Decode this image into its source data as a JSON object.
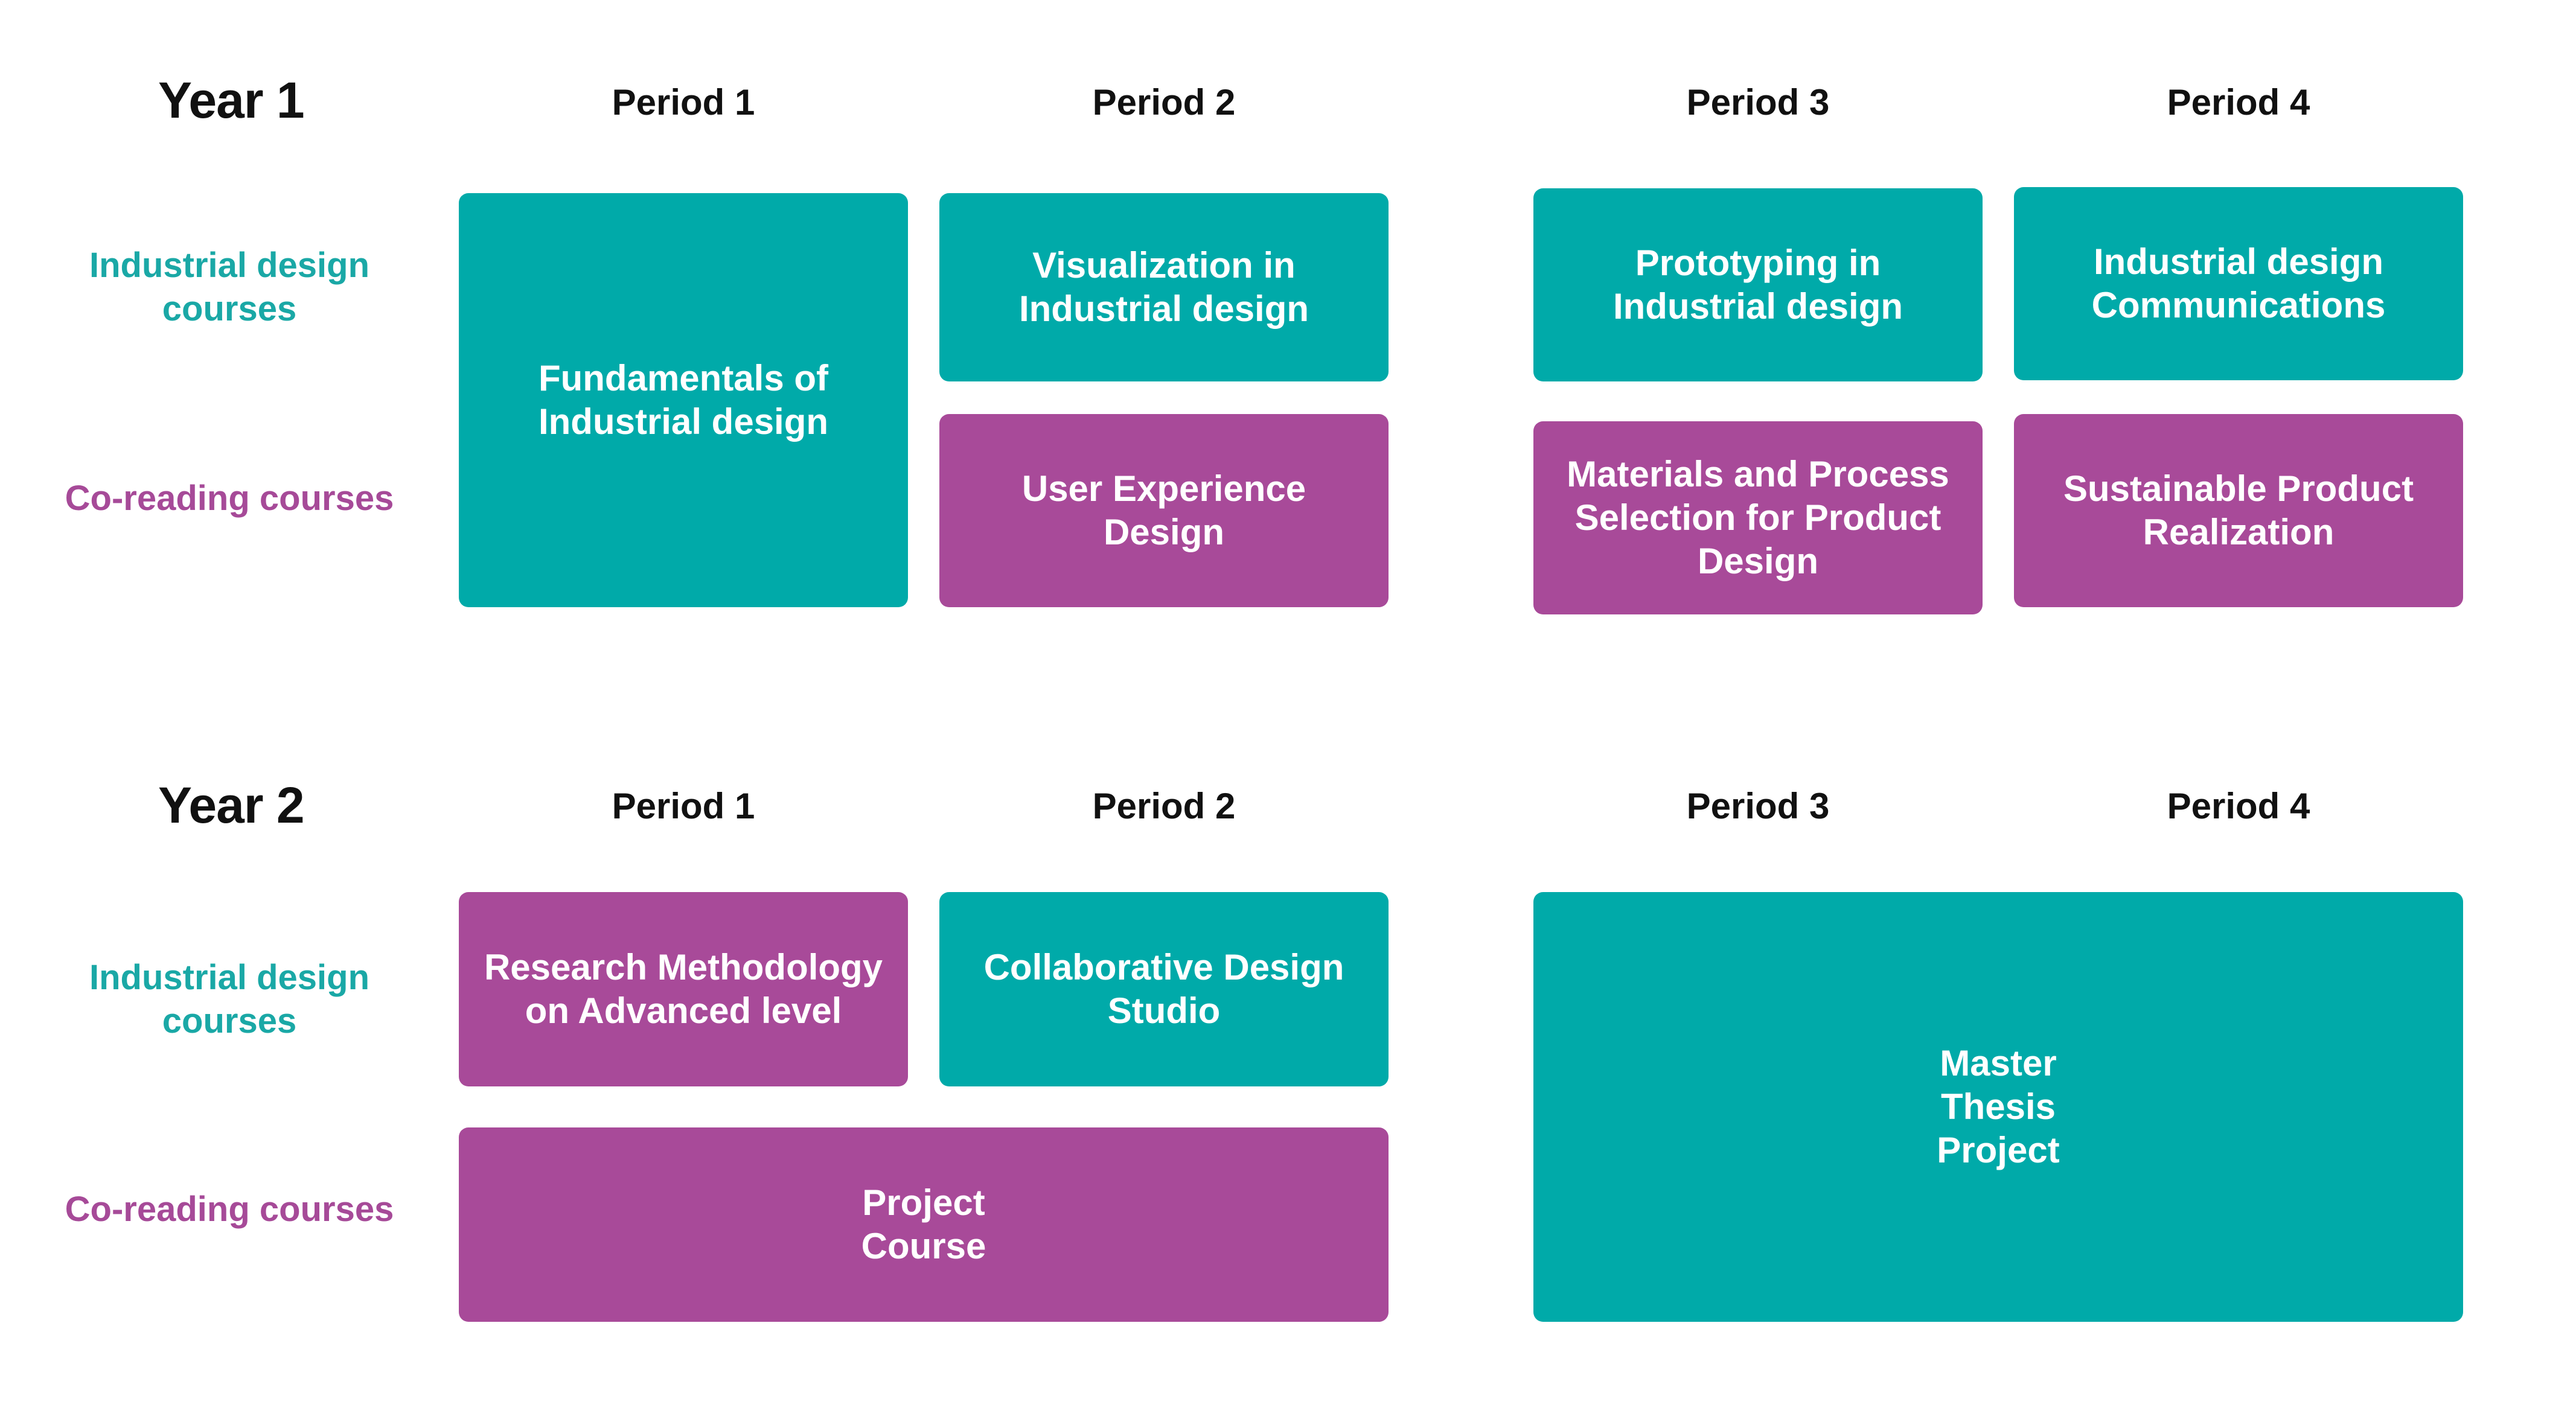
{
  "colors": {
    "teal": "#00aaa9",
    "purple": "#a84a99",
    "teal_label": "#1aa8a6",
    "purple_label": "#a64a98",
    "text_dark": "#111111"
  },
  "row_labels": {
    "industrial": "Industrial design courses",
    "coreading": "Co-reading courses"
  },
  "year1": {
    "title": "Year 1",
    "periods": [
      "Period 1",
      "Period 2",
      "Period 3",
      "Period 4"
    ],
    "courses": {
      "fundamentals": "Fundamentals of Industrial design",
      "visualization": "Visualization in Industrial design",
      "ux": "User Experience Design",
      "prototyping": "Prototyping in Industrial design",
      "communications": "Industrial design Communications",
      "materials": "Materials and Process Selection for Product Design",
      "sustainable": "Sustainable Product Realization"
    }
  },
  "year2": {
    "title": "Year 2",
    "periods": [
      "Period 1",
      "Period 2",
      "Period 3",
      "Period 4"
    ],
    "courses": {
      "research": "Research Methodology on Advanced level",
      "collaborative": "Collaborative Design Studio",
      "project": "Project Course",
      "thesis": "Master Thesis Project"
    }
  }
}
